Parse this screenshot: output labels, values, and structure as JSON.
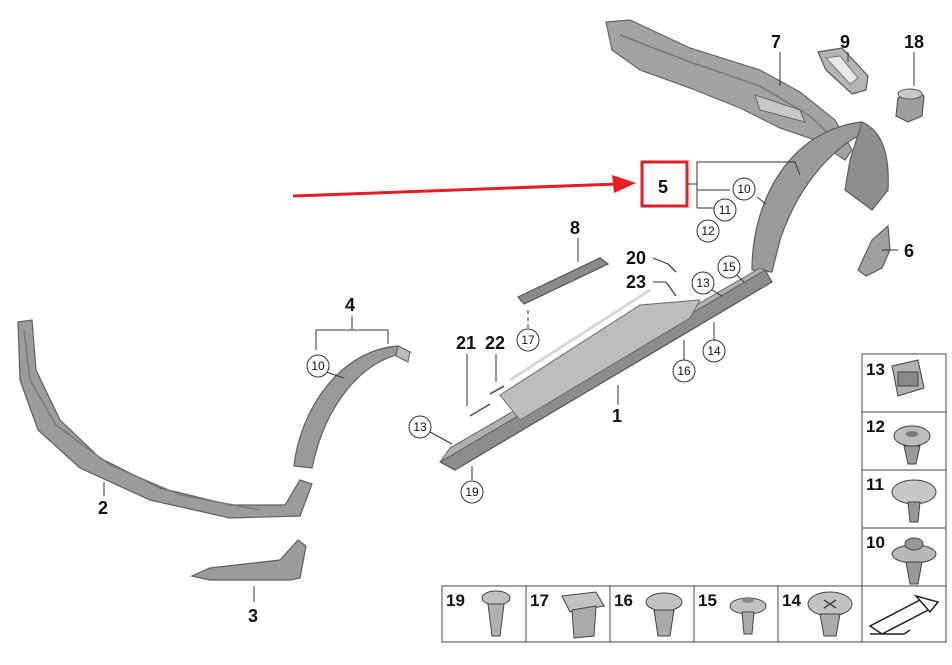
{
  "colors": {
    "part_fill": "#9a9a9a",
    "part_dark": "#6e6e6e",
    "part_light": "#c4c4c4",
    "line": "#333333",
    "highlight": "#e31e24"
  },
  "callouts": {
    "p1": "1",
    "p2": "2",
    "p3": "3",
    "p4": "4",
    "p5": "5",
    "p6": "6",
    "p7": "7",
    "p8": "8",
    "p9": "9",
    "p18": "18",
    "p20": "20",
    "p21": "21",
    "p22": "22",
    "p23": "23"
  },
  "circled": {
    "c10_arch4": "10",
    "c10_arch5": "10",
    "c11": "11",
    "c12": "12",
    "c13_top": "13",
    "c15": "15",
    "c14": "14",
    "c16": "16",
    "c17": "17",
    "c13_left": "13",
    "c19": "19"
  },
  "legend_right": [
    {
      "label": "13",
      "icon": "clip-nut-icon"
    },
    {
      "label": "12",
      "icon": "push-rivet-icon"
    },
    {
      "label": "11",
      "icon": "mushroom-clip-icon"
    },
    {
      "label": "10",
      "icon": "fir-tree-clip-icon"
    }
  ],
  "legend_bottom": [
    {
      "label": "19",
      "icon": "expanding-rivet-icon"
    },
    {
      "label": "17",
      "icon": "square-clip-icon"
    },
    {
      "label": "16",
      "icon": "round-clip-icon"
    },
    {
      "label": "15",
      "icon": "stud-clip-icon"
    },
    {
      "label": "14",
      "icon": "screw-clip-icon"
    }
  ],
  "arrow_icon": "direction-arrow-icon"
}
